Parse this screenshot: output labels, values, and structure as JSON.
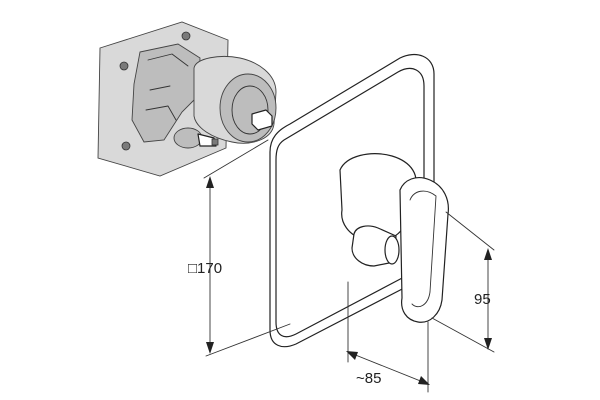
{
  "dimensions": {
    "width_label": "□170",
    "depth_label": "~85",
    "height_label": "95"
  },
  "colors": {
    "line": "#222222",
    "body_gray": "#d9d9d9",
    "dark_gray": "#7a7a7a"
  }
}
